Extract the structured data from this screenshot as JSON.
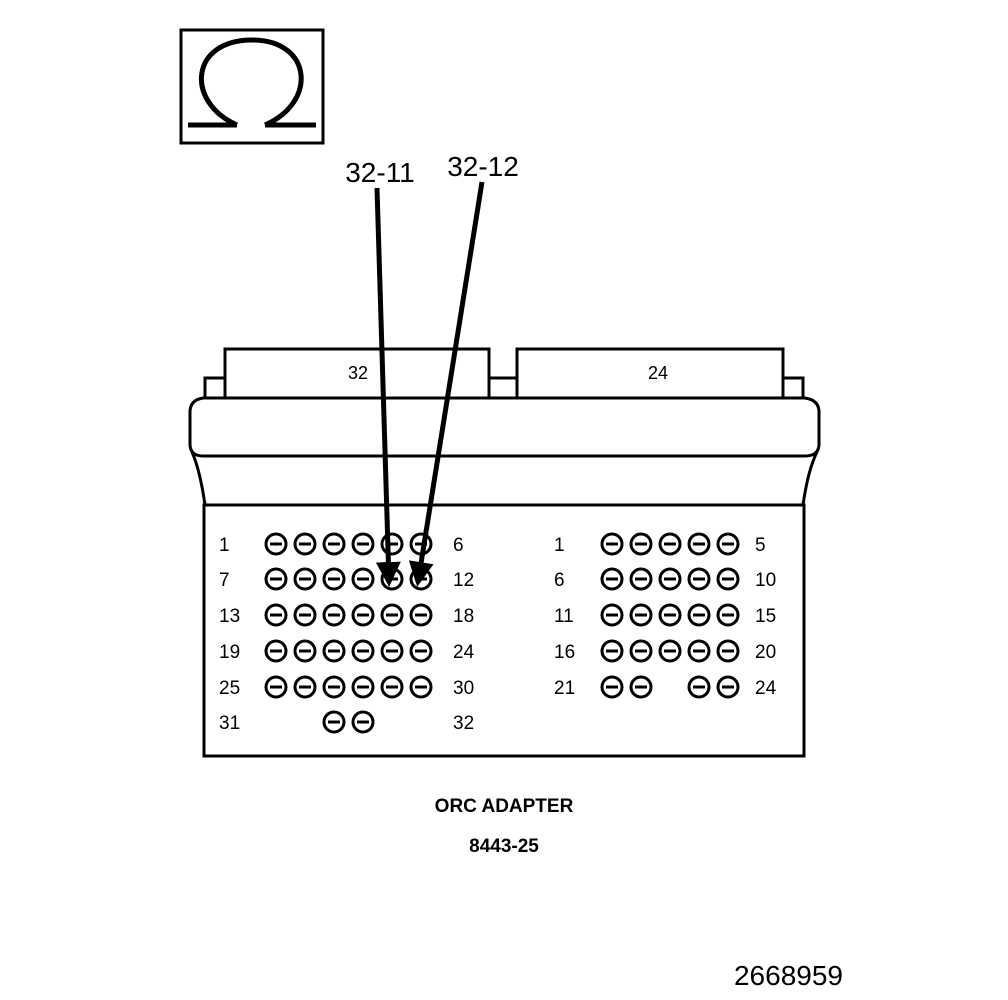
{
  "ohm_symbol": {
    "icon": "ohm-icon",
    "glyph": "Ω"
  },
  "callouts": [
    {
      "label": "32-11"
    },
    {
      "label": "32-12"
    }
  ],
  "connector_tabs": [
    {
      "label": "32"
    },
    {
      "label": "24"
    }
  ],
  "pin_blocks": [
    {
      "name": "connector-32-pins",
      "rows": [
        {
          "start": "1",
          "end": "6",
          "pins": 6
        },
        {
          "start": "7",
          "end": "12",
          "pins": 6
        },
        {
          "start": "13",
          "end": "18",
          "pins": 6
        },
        {
          "start": "19",
          "end": "24",
          "pins": 6
        },
        {
          "start": "25",
          "end": "30",
          "pins": 6
        },
        {
          "start": "31",
          "end": "32",
          "pins": 2
        }
      ]
    },
    {
      "name": "connector-24-pins",
      "rows": [
        {
          "start": "1",
          "end": "5",
          "pins": 5
        },
        {
          "start": "6",
          "end": "10",
          "pins": 5
        },
        {
          "start": "11",
          "end": "15",
          "pins": 5
        },
        {
          "start": "16",
          "end": "20",
          "pins": 5
        },
        {
          "start": "21",
          "end": "24",
          "pins": 4
        }
      ]
    }
  ],
  "caption": {
    "title": "ORC ADAPTER",
    "part_number": "8443-25"
  },
  "figure_id": "2668959"
}
